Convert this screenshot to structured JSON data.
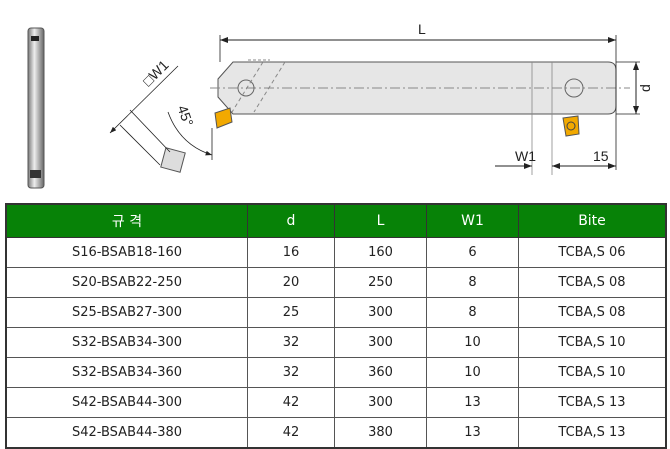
{
  "drawing": {
    "label_L": "L",
    "label_d": "d",
    "label_W1_square": "□W1",
    "label_angle": "45°",
    "label_W1": "W1",
    "label_15": "15",
    "colors": {
      "body": "#e6e6e6",
      "insert": "#f2a900",
      "header": "#078207"
    }
  },
  "table": {
    "headers": [
      "규 격",
      "d",
      "L",
      "W1",
      "Bite"
    ],
    "rows": [
      [
        "S16-BSAB18-160",
        "16",
        "160",
        "6",
        "TCBA,S 06"
      ],
      [
        "S20-BSAB22-250",
        "20",
        "250",
        "8",
        "TCBA,S 08"
      ],
      [
        "S25-BSAB27-300",
        "25",
        "300",
        "8",
        "TCBA,S 08"
      ],
      [
        "S32-BSAB34-300",
        "32",
        "300",
        "10",
        "TCBA,S 10"
      ],
      [
        "S32-BSAB34-360",
        "32",
        "360",
        "10",
        "TCBA,S 10"
      ],
      [
        "S42-BSAB44-300",
        "42",
        "300",
        "13",
        "TCBA,S 13"
      ],
      [
        "S42-BSAB44-380",
        "42",
        "380",
        "13",
        "TCBA,S 13"
      ]
    ]
  }
}
